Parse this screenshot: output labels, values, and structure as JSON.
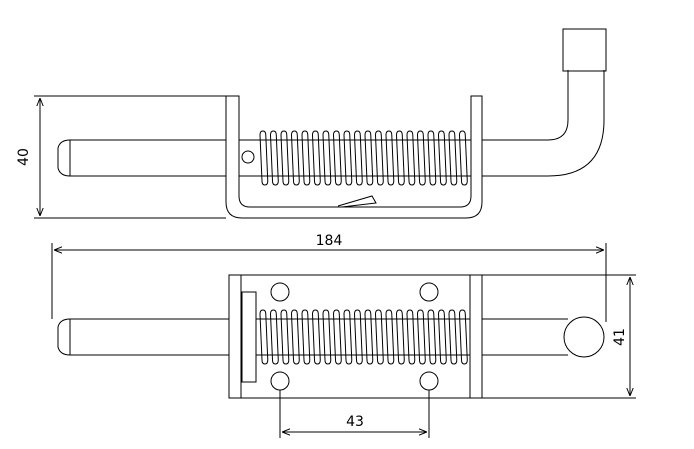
{
  "drawing": {
    "title": "",
    "dimensions": {
      "side_height": "40",
      "overall_length": "184",
      "plate_height": "41",
      "hole_spacing": "43"
    },
    "colors": {
      "line": "#000000",
      "background": "#ffffff"
    }
  }
}
